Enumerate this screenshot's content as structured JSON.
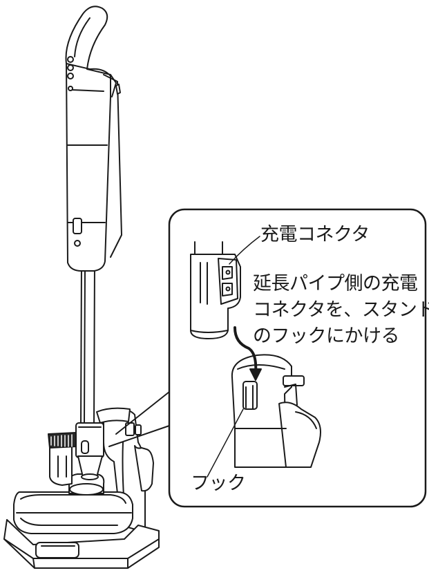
{
  "callout": {
    "connector_label": "充電コネクタ",
    "instruction_lines": [
      "延長パイプ側の充電",
      "コネクタを、スタンド",
      "のフックにかける"
    ],
    "hook_label": "フック"
  },
  "colors": {
    "line": "#1a1a1a",
    "fill": "#ffffff",
    "shade": "#2a2a2a"
  }
}
